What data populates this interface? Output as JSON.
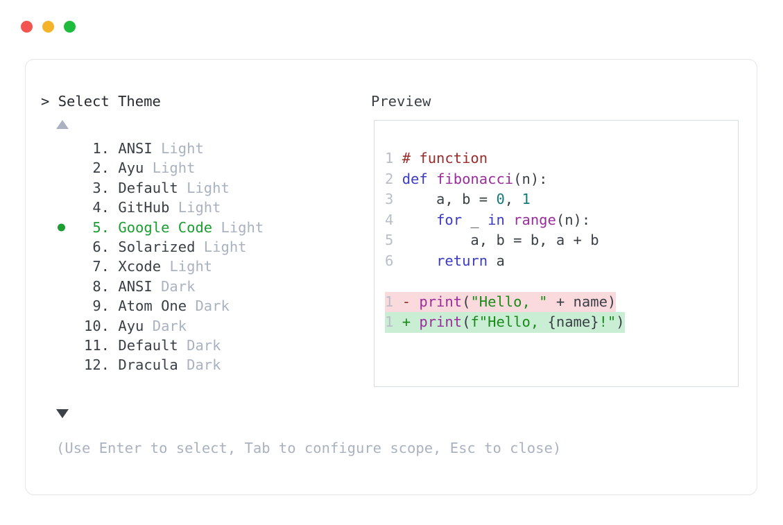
{
  "window": {
    "traffic_lights": [
      {
        "name": "close-button",
        "color": "#f2544f"
      },
      {
        "name": "minimize-button",
        "color": "#f5b32b"
      },
      {
        "name": "maximize-button",
        "color": "#1fbb3c"
      }
    ]
  },
  "selector": {
    "prompt_caret": "> ",
    "prompt_title": "Select Theme",
    "scroll_up_indicator": "▲",
    "scroll_down_indicator": "▼",
    "selected_index": 5,
    "items": [
      {
        "index": " 1.",
        "name": "ANSI",
        "variant": "Light",
        "selected": false
      },
      {
        "index": " 2.",
        "name": "Ayu",
        "variant": "Light",
        "selected": false
      },
      {
        "index": " 3.",
        "name": "Default",
        "variant": "Light",
        "selected": false
      },
      {
        "index": " 4.",
        "name": "GitHub",
        "variant": "Light",
        "selected": false
      },
      {
        "index": " 5.",
        "name": "Google Code",
        "variant": "Light",
        "selected": true
      },
      {
        "index": " 6.",
        "name": "Solarized",
        "variant": "Light",
        "selected": false
      },
      {
        "index": " 7.",
        "name": "Xcode",
        "variant": "Light",
        "selected": false
      },
      {
        "index": " 8.",
        "name": "ANSI",
        "variant": "Dark",
        "selected": false
      },
      {
        "index": " 9.",
        "name": "Atom One",
        "variant": "Dark",
        "selected": false
      },
      {
        "index": "10.",
        "name": "Ayu",
        "variant": "Dark",
        "selected": false
      },
      {
        "index": "11.",
        "name": "Default",
        "variant": "Dark",
        "selected": false
      },
      {
        "index": "12.",
        "name": "Dracula",
        "variant": "Dark",
        "selected": false
      }
    ],
    "help_text": "(Use Enter to select, Tab to configure scope, Esc to close)"
  },
  "preview": {
    "label": "Preview",
    "code_lines": [
      {
        "line_number": "1",
        "kind": "normal",
        "tokens": [
          {
            "text": "# function",
            "type": "comment"
          }
        ]
      },
      {
        "line_number": "2",
        "kind": "normal",
        "tokens": [
          {
            "text": "def ",
            "type": "kw"
          },
          {
            "text": "fibonacci",
            "type": "fn"
          },
          {
            "text": "(n):",
            "type": "punct"
          }
        ]
      },
      {
        "line_number": "3",
        "kind": "normal",
        "tokens": [
          {
            "text": "    a, b = ",
            "type": "plain"
          },
          {
            "text": "0",
            "type": "num"
          },
          {
            "text": ", ",
            "type": "plain"
          },
          {
            "text": "1",
            "type": "num"
          }
        ]
      },
      {
        "line_number": "4",
        "kind": "normal",
        "tokens": [
          {
            "text": "    ",
            "type": "plain"
          },
          {
            "text": "for",
            "type": "kw"
          },
          {
            "text": " _ ",
            "type": "plain"
          },
          {
            "text": "in",
            "type": "kw"
          },
          {
            "text": " ",
            "type": "plain"
          },
          {
            "text": "range",
            "type": "fn"
          },
          {
            "text": "(n):",
            "type": "punct"
          }
        ]
      },
      {
        "line_number": "5",
        "kind": "normal",
        "tokens": [
          {
            "text": "        a, b = b, a + b",
            "type": "plain"
          }
        ]
      },
      {
        "line_number": "6",
        "kind": "normal",
        "tokens": [
          {
            "text": "    ",
            "type": "plain"
          },
          {
            "text": "return",
            "type": "kw"
          },
          {
            "text": " a",
            "type": "plain"
          }
        ]
      },
      {
        "line_number": "1",
        "kind": "diff-del",
        "tokens": [
          {
            "text": "- ",
            "type": "marker-del"
          },
          {
            "text": "print",
            "type": "fn"
          },
          {
            "text": "(",
            "type": "punct"
          },
          {
            "text": "\"Hello, \"",
            "type": "str"
          },
          {
            "text": " + name)",
            "type": "plain"
          }
        ]
      },
      {
        "line_number": "1",
        "kind": "diff-add",
        "tokens": [
          {
            "text": "+ ",
            "type": "marker-add"
          },
          {
            "text": "print",
            "type": "fn"
          },
          {
            "text": "(",
            "type": "punct"
          },
          {
            "text": "f\"Hello, ",
            "type": "str"
          },
          {
            "text": "{name}",
            "type": "plain"
          },
          {
            "text": "!\"",
            "type": "str"
          },
          {
            "text": ")",
            "type": "punct"
          }
        ]
      }
    ]
  }
}
